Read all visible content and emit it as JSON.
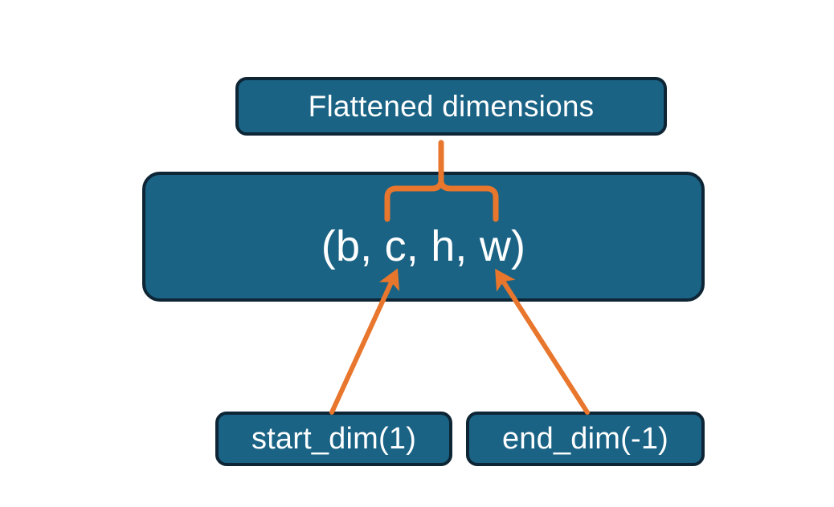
{
  "diagram": {
    "title_box": {
      "label": "Flattened dimensions"
    },
    "shape_box": {
      "label": "(b, c, h, w)"
    },
    "param_boxes": [
      {
        "label": "start_dim(1)"
      },
      {
        "label": "end_dim(-1)"
      }
    ],
    "colors": {
      "box_fill": "#1a6385",
      "box_border": "#0d2535",
      "box_text": "#ffffff",
      "accent": "#e8762c",
      "background": "#ffffff"
    },
    "annotations": {
      "brace": "curly-brace pointing from flattened-dimensions box down over c, h, w",
      "arrow_left": "start_dim(1) points to c",
      "arrow_right": "end_dim(-1) points to w"
    }
  }
}
